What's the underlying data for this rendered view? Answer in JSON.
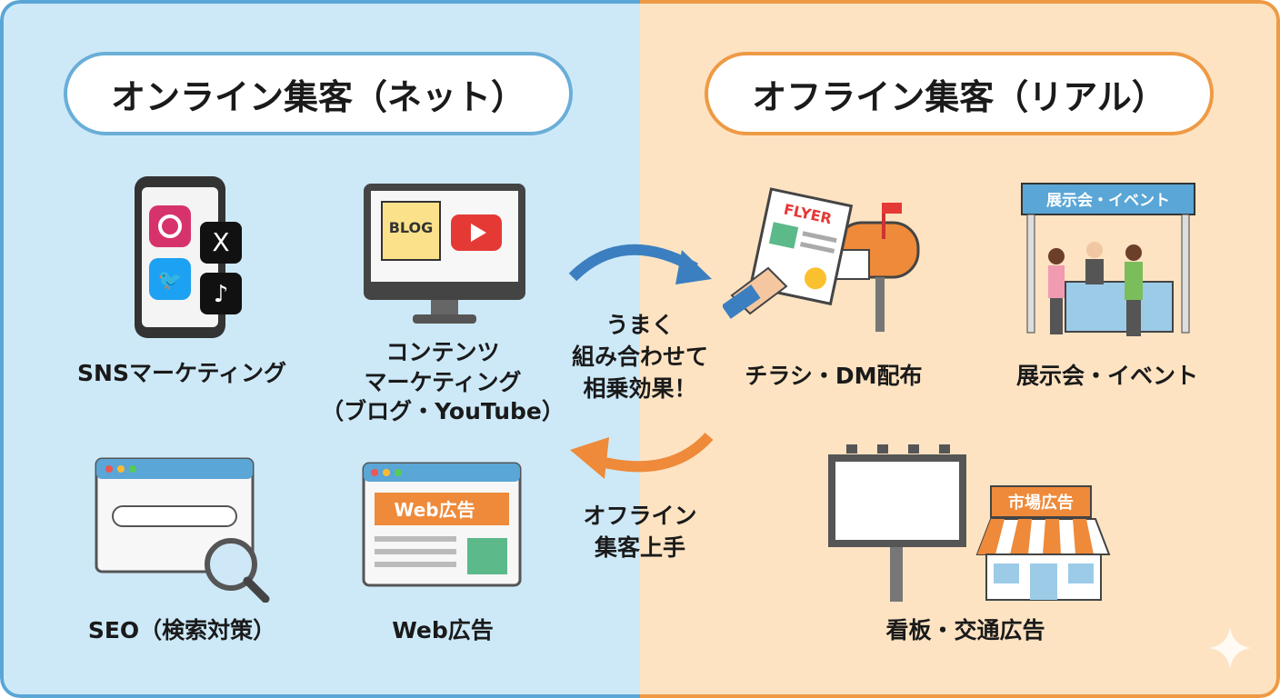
{
  "online": {
    "title": "オンライン集客（ネット）",
    "items": [
      {
        "label": "SNSマーケティング"
      },
      {
        "label_lines": [
          "コンテンツ",
          "マーケティング",
          "（ブログ・YouTube）"
        ],
        "blog_text": "BLOG"
      },
      {
        "label": "SEO（検索対策）"
      },
      {
        "label": "Web広告",
        "banner_text": "Web広告"
      }
    ]
  },
  "offline": {
    "title": "オフライン集客（リアル）",
    "items": [
      {
        "label": "チラシ・DM配布",
        "flyer_text": "FLYER"
      },
      {
        "label": "展示会・イベント",
        "sign_text": "展示会・イベント"
      },
      {
        "label": "看板・交通広告",
        "shop_sign": "市場広告"
      }
    ]
  },
  "center": {
    "synergy": [
      "うまく",
      "組み合わせて",
      "相乗効果！"
    ],
    "offline_master": [
      "オフライン",
      "集客上手"
    ]
  },
  "colors": {
    "online_bg": "#cde9f8",
    "offline_bg": "#fde3c2",
    "online_accent": "#5aa6d6",
    "offline_accent": "#ee9a45"
  }
}
